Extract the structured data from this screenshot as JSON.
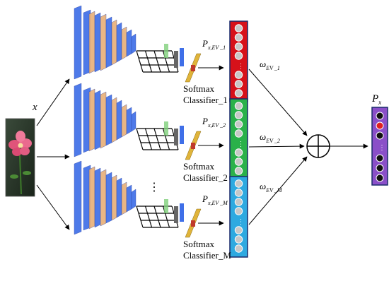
{
  "input": {
    "symbol": "x"
  },
  "branches": [
    {
      "prob_main": "P",
      "prob_sub": "x,EV _1",
      "classifier_line1": "Softmax",
      "classifier_line2": "Classifier_1",
      "weight_main": "ω",
      "weight_sub": "EV _1",
      "output_color": "#d6111a"
    },
    {
      "prob_main": "P",
      "prob_sub": "x,EV _2",
      "classifier_line1": "Softmax",
      "classifier_line2": "Classifier_2",
      "weight_main": "ω",
      "weight_sub": "EV _2",
      "output_color": "#2ab14a"
    },
    {
      "prob_main": "P",
      "prob_sub": "x,EV _M",
      "classifier_line1": "Softmax",
      "classifier_line2": "Classifier_M",
      "weight_main": "ω",
      "weight_sub": "EV _M",
      "output_color": "#2ea9e0"
    }
  ],
  "vertical_ellipsis": "⋮",
  "final": {
    "prob_main": "P",
    "prob_sub": "x",
    "color": "#8a4fc8"
  },
  "colors": {
    "layer_blue": "#3f6fe8",
    "layer_tan": "#e8b07a",
    "layer_edge": "#2a3fa0",
    "pool_green": "#7fd07a",
    "fc_yellow": "#e0b43a",
    "fc_red": "#c0392b",
    "node_gray": "#c8c8c8",
    "node_black": "#111111",
    "node_red": "#e02020"
  }
}
